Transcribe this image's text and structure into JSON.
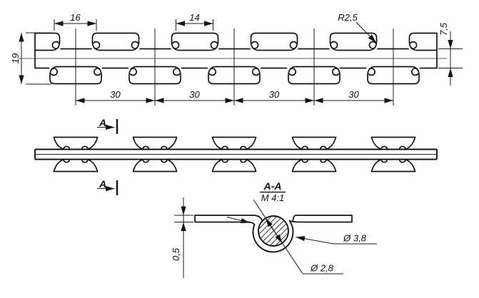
{
  "drawing": {
    "type_note": "razor barbed tape engineering drawing",
    "top_view": {
      "dim_barb_length": "16",
      "dim_gap": "14",
      "dim_hook_radius": "R2,5",
      "dim_strip_width": "7,5",
      "dim_total_width": "19",
      "dim_pitch": "30"
    },
    "side_view": {
      "section_letter": "A"
    },
    "section_view": {
      "label": "A-A",
      "scale": "M 4:1",
      "dim_thickness": "0,5",
      "dim_outer_diameter": "Ø 3,8",
      "dim_core_diameter": "Ø 2,8"
    }
  }
}
